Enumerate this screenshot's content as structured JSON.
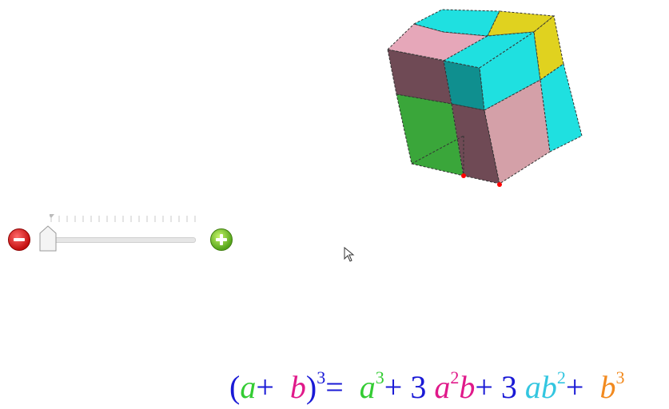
{
  "slider": {
    "minus_icon": "minus-circle-icon",
    "plus_icon": "plus-circle-icon",
    "colors": {
      "minus": "#d11a1a",
      "plus": "#6cbd2b"
    }
  },
  "cube": {
    "colors": {
      "cyan": "#1fe0e0",
      "teal": "#0f8f8f",
      "yellow": "#e0d21f",
      "pink": "#d4a0a8",
      "pink_light": "#e6a7b9",
      "brown": "#6f4a55",
      "green": "#3aa63a",
      "edge_point": "#ff0000"
    }
  },
  "formula": {
    "open_paren": "(",
    "a": "a",
    "plus1": "+",
    "b": "b",
    "close_paren": ")",
    "exp3": "3",
    "equals": "=",
    "t1_var": "a",
    "t1_exp": "3",
    "plus2": "+",
    "coef2": "3",
    "t2_var": "a",
    "t2_exp": "2",
    "t2_b": "b",
    "plus3": "+",
    "coef3": "3",
    "t3_var": "ab",
    "t3_exp": "2",
    "plus4": "+",
    "t4_var": "b",
    "t4_exp": "3",
    "colors": {
      "blue": "#1a1ad6",
      "magenta": "#e0198a",
      "green": "#33cc33",
      "navy": "#1a1ad6",
      "cyan": "#33c6e0",
      "orange": "#f28a1f"
    }
  },
  "cursor_icon": "mouse-pointer-icon"
}
